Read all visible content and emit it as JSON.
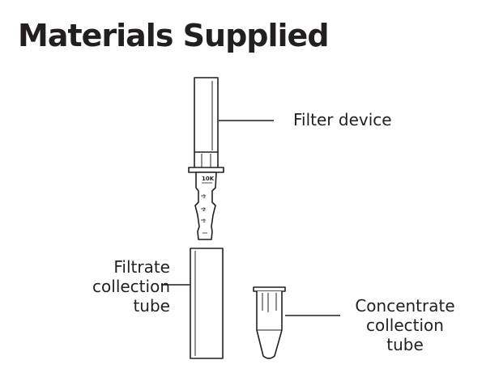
{
  "title": "Materials Supplied",
  "labels": {
    "filter_device": [
      "Filter device"
    ],
    "filtrate_tube": [
      "Filtrate",
      "collection",
      "tube"
    ],
    "concentrate_tube": [
      "Concentrate",
      "collection",
      "tube"
    ]
  },
  "device_markings": {
    "cutoff": "10K",
    "scale": [
      "3",
      "2",
      "1"
    ]
  },
  "colors": {
    "line": "#231f20",
    "background": "#ffffff"
  }
}
